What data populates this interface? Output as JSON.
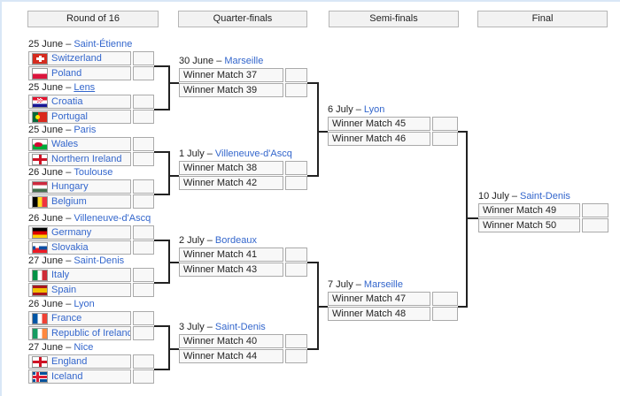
{
  "colors": {
    "link_blue": "#3366cc",
    "text_black": "#222222",
    "cell_background": "#f8f8f8",
    "cell_border": "#aaaaaa",
    "header_background": "#f2f2f2",
    "connector_black": "#222222",
    "frame_light_blue": "#d9e7f6"
  },
  "headers": [
    {
      "label": "Round of 16"
    },
    {
      "label": "Quarter-finals"
    },
    {
      "label": "Semi-finals"
    },
    {
      "label": "Final"
    }
  ],
  "round16": [
    {
      "date_prefix": "25 June –",
      "city": "Saint-Étienne",
      "city_underlined": false,
      "teams": [
        {
          "name": "Switzerland",
          "flag": "switzerland"
        },
        {
          "name": "Poland",
          "flag": "poland"
        }
      ],
      "scores": [
        "",
        ""
      ]
    },
    {
      "date_prefix": "25 June –",
      "city": "Lens",
      "city_underlined": true,
      "teams": [
        {
          "name": "Croatia",
          "flag": "croatia"
        },
        {
          "name": "Portugal",
          "flag": "portugal"
        }
      ],
      "scores": [
        "",
        ""
      ]
    },
    {
      "date_prefix": "25 June –",
      "city": "Paris",
      "city_underlined": false,
      "teams": [
        {
          "name": "Wales",
          "flag": "wales"
        },
        {
          "name": "Northern Ireland",
          "flag": "northern-ireland"
        }
      ],
      "scores": [
        "",
        ""
      ]
    },
    {
      "date_prefix": "26 June –",
      "city": "Toulouse",
      "city_underlined": false,
      "teams": [
        {
          "name": "Hungary",
          "flag": "hungary"
        },
        {
          "name": "Belgium",
          "flag": "belgium"
        }
      ],
      "scores": [
        "",
        ""
      ]
    },
    {
      "date_prefix": "26 June –",
      "city": "Villeneuve-d'Ascq",
      "city_underlined": false,
      "teams": [
        {
          "name": "Germany",
          "flag": "germany"
        },
        {
          "name": "Slovakia",
          "flag": "slovakia"
        }
      ],
      "scores": [
        "",
        ""
      ]
    },
    {
      "date_prefix": "27 June –",
      "city": "Saint-Denis",
      "city_underlined": false,
      "teams": [
        {
          "name": "Italy",
          "flag": "italy"
        },
        {
          "name": "Spain",
          "flag": "spain"
        }
      ],
      "scores": [
        "",
        ""
      ]
    },
    {
      "date_prefix": "26 June –",
      "city": "Lyon",
      "city_underlined": false,
      "teams": [
        {
          "name": "France",
          "flag": "france"
        },
        {
          "name": "Republic of Ireland",
          "flag": "republic-of-ireland"
        }
      ],
      "scores": [
        "",
        ""
      ]
    },
    {
      "date_prefix": "27 June –",
      "city": "Nice",
      "city_underlined": false,
      "teams": [
        {
          "name": "England",
          "flag": "england"
        },
        {
          "name": "Iceland",
          "flag": "iceland"
        }
      ],
      "scores": [
        "",
        ""
      ]
    }
  ],
  "quarterfinals": [
    {
      "date_prefix": "30 June –",
      "city": "Marseille",
      "city_underlined": false,
      "teams": [
        "Winner Match 37",
        "Winner Match 39"
      ],
      "scores": [
        "",
        ""
      ]
    },
    {
      "date_prefix": "1 July –",
      "city": "Villeneuve-d'Ascq",
      "city_underlined": false,
      "teams": [
        "Winner Match 38",
        "Winner Match 42"
      ],
      "scores": [
        "",
        ""
      ]
    },
    {
      "date_prefix": "2 July –",
      "city": "Bordeaux",
      "city_underlined": false,
      "teams": [
        "Winner Match 41",
        "Winner Match 43"
      ],
      "scores": [
        "",
        ""
      ]
    },
    {
      "date_prefix": "3 July –",
      "city": "Saint-Denis",
      "city_underlined": false,
      "teams": [
        "Winner Match 40",
        "Winner Match 44"
      ],
      "scores": [
        "",
        ""
      ]
    }
  ],
  "semifinals": [
    {
      "date_prefix": "6 July –",
      "city": "Lyon",
      "city_underlined": false,
      "teams": [
        "Winner Match 45",
        "Winner Match 46"
      ],
      "scores": [
        "",
        ""
      ]
    },
    {
      "date_prefix": "7 July –",
      "city": "Marseille",
      "city_underlined": false,
      "teams": [
        "Winner Match 47",
        "Winner Match 48"
      ],
      "scores": [
        "",
        ""
      ]
    }
  ],
  "final": [
    {
      "date_prefix": "10 July –",
      "city": "Saint-Denis",
      "city_underlined": false,
      "teams": [
        "Winner Match 49",
        "Winner Match 50"
      ],
      "scores": [
        "",
        ""
      ]
    }
  ]
}
